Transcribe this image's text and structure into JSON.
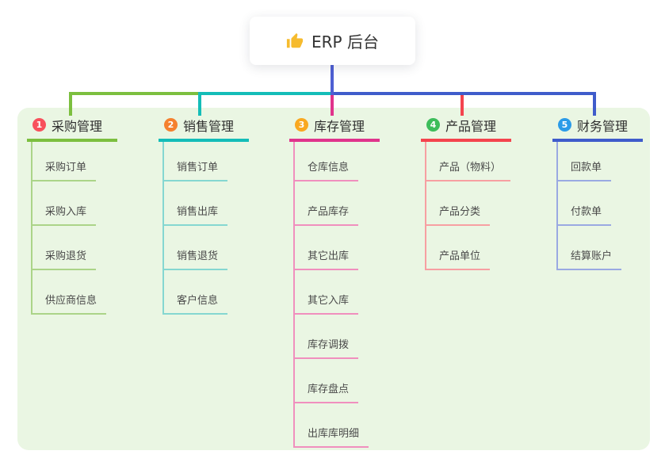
{
  "root": {
    "label": "ERP 后台",
    "icon": "thumbs-up-icon",
    "icon_color": "#F6BB2E"
  },
  "theme": {
    "page_bg": "#ffffff",
    "panel_bg": "#EAF6E3",
    "root_connector": "#4E5FD3",
    "card_bg": "#ffffff",
    "header_text": "#2e2e2e",
    "child_text": "#4a4a4a"
  },
  "branches": [
    {
      "index": "1",
      "label": "采购管理",
      "badge_color": "#F8505C",
      "color": "#7CBF3F",
      "light_color": "#ABD488",
      "children": [
        "采购订单",
        "采购入库",
        "采购退货",
        "供应商信息"
      ]
    },
    {
      "index": "2",
      "label": "销售管理",
      "badge_color": "#F5812F",
      "color": "#14BDB8",
      "light_color": "#85D7D1",
      "children": [
        "销售订单",
        "销售出库",
        "销售退货",
        "客户信息"
      ]
    },
    {
      "index": "3",
      "label": "库存管理",
      "badge_color": "#F9A820",
      "color": "#E0348C",
      "light_color": "#F08FBE",
      "children": [
        "仓库信息",
        "产品库存",
        "其它出库",
        "其它入库",
        "库存调拨",
        "库存盘点",
        "出库库明细"
      ]
    },
    {
      "index": "4",
      "label": "产品管理",
      "badge_color": "#3DBD5B",
      "color": "#F4444E",
      "light_color": "#F79FA2",
      "children": [
        "产品（物料）",
        "产品分类",
        "产品单位"
      ]
    },
    {
      "index": "5",
      "label": "财务管理",
      "badge_color": "#2B9BE8",
      "color": "#3F5CCB",
      "light_color": "#9AA9E2",
      "children": [
        "回款单",
        "付款单",
        "结算账户"
      ]
    }
  ]
}
